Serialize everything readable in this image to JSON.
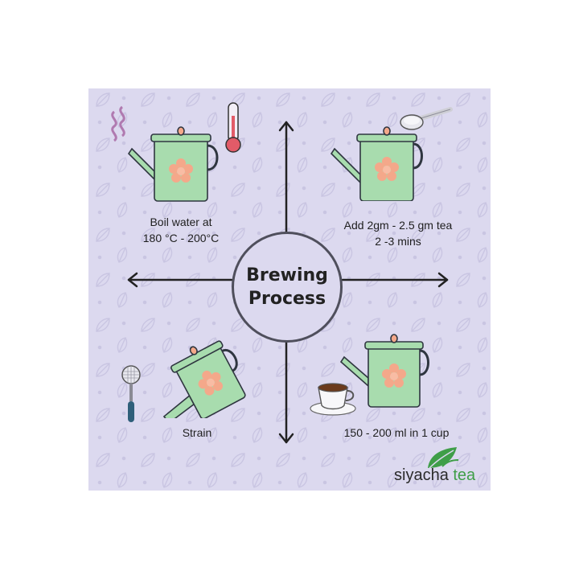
{
  "title": {
    "line1": "Brewing",
    "line2": "Process"
  },
  "steps": [
    {
      "line1": "Boil water at",
      "line2": "180 °C - 200°C",
      "icon": "thermometer-icon"
    },
    {
      "line1": "Add 2gm - 2.5 gm tea",
      "line2": "2 -3 mins",
      "icon": "spoon-icon"
    },
    {
      "line1": "Strain",
      "icon": "strainer-icon"
    },
    {
      "line1": "150 - 200 ml in 1 cup",
      "icon": "cup-icon"
    }
  ],
  "brand": {
    "part1": "siyacha",
    "part2": "tea"
  },
  "colors": {
    "background": "#dcd9ef",
    "kettle": "#a8dcae",
    "flower": "#f4a88a",
    "arrow": "#222222",
    "circle_border": "#4f4f5c",
    "brand_green": "#3f9e48"
  }
}
